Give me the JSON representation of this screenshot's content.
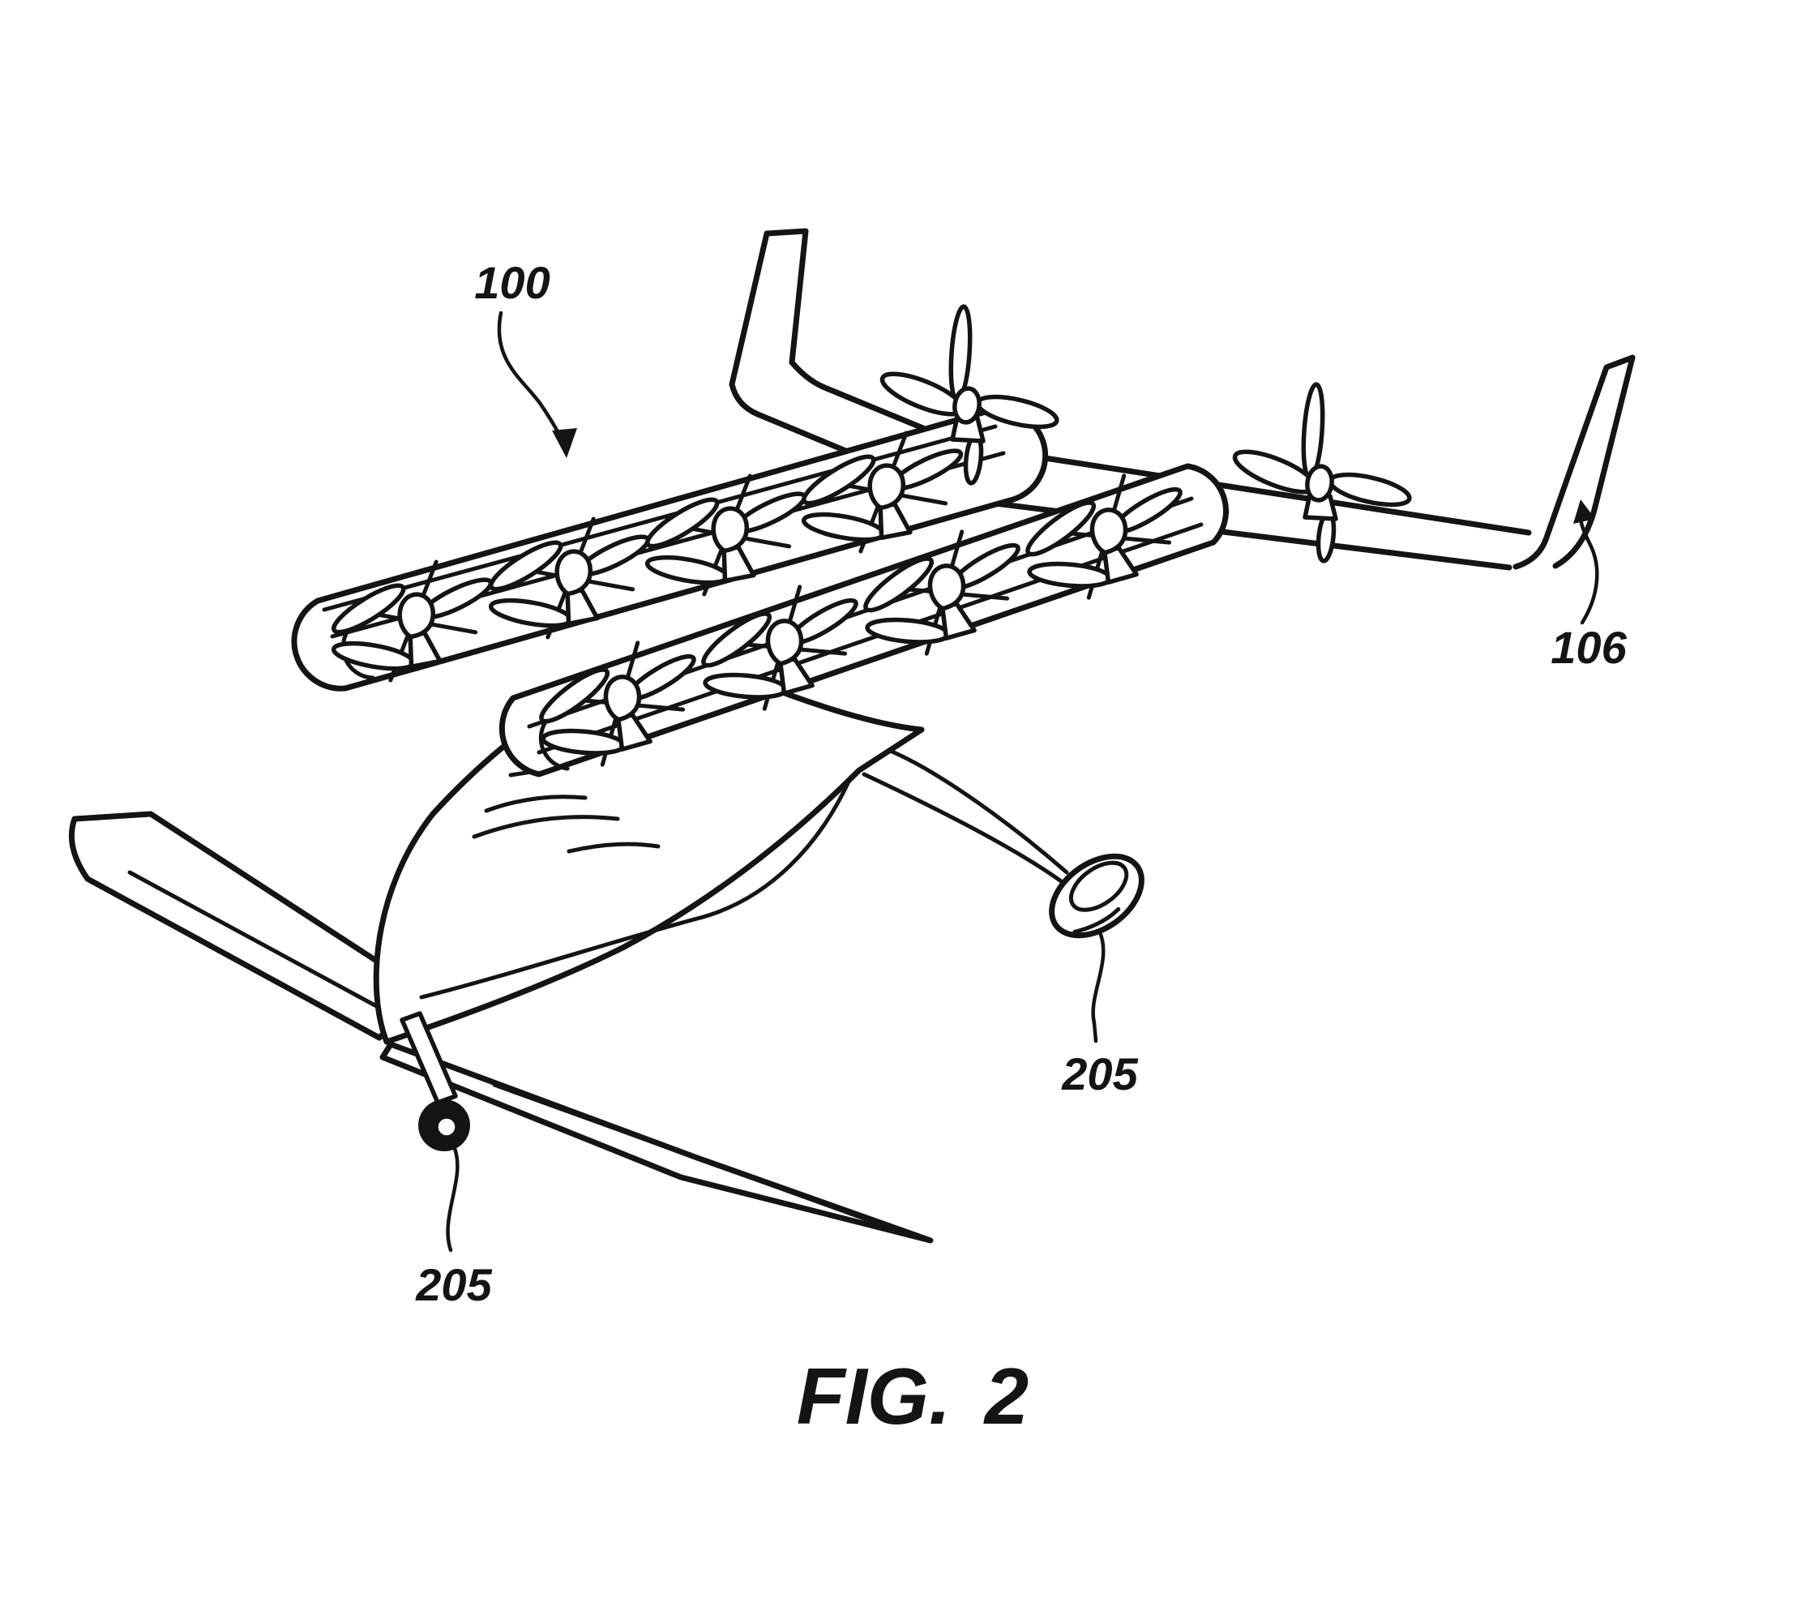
{
  "figure": {
    "caption_prefix": "FIG.",
    "caption_number": "2"
  },
  "labels": {
    "aircraft_ref": "100",
    "tail_fin_ref": "106",
    "rear_wheel_ref": "205",
    "front_wheel_ref": "205"
  },
  "colors": {
    "ink": "#141414",
    "paper": "#ffffff"
  }
}
